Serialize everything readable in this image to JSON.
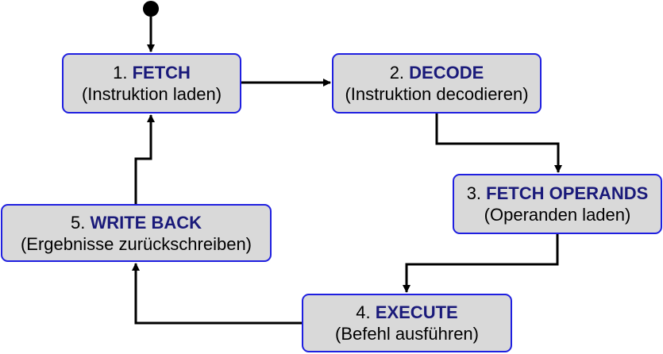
{
  "states": [
    {
      "number": "1.",
      "name": "FETCH",
      "description": "(Instruktion laden)"
    },
    {
      "number": "2.",
      "name": "DECODE",
      "description": "(Instruktion decodieren)"
    },
    {
      "number": "3.",
      "name": "FETCH OPERANDS",
      "description": "(Operanden laden)"
    },
    {
      "number": "4.",
      "name": "EXECUTE",
      "description": "(Befehl ausführen)"
    },
    {
      "number": "5.",
      "name": "WRITE BACK",
      "description": "(Ergebnisse zurückschreiben)"
    }
  ],
  "colors": {
    "box_fill": "#d9d9d9",
    "box_border": "#1f1fe0",
    "name_text": "#1a1a7a",
    "connector": "#000000"
  }
}
